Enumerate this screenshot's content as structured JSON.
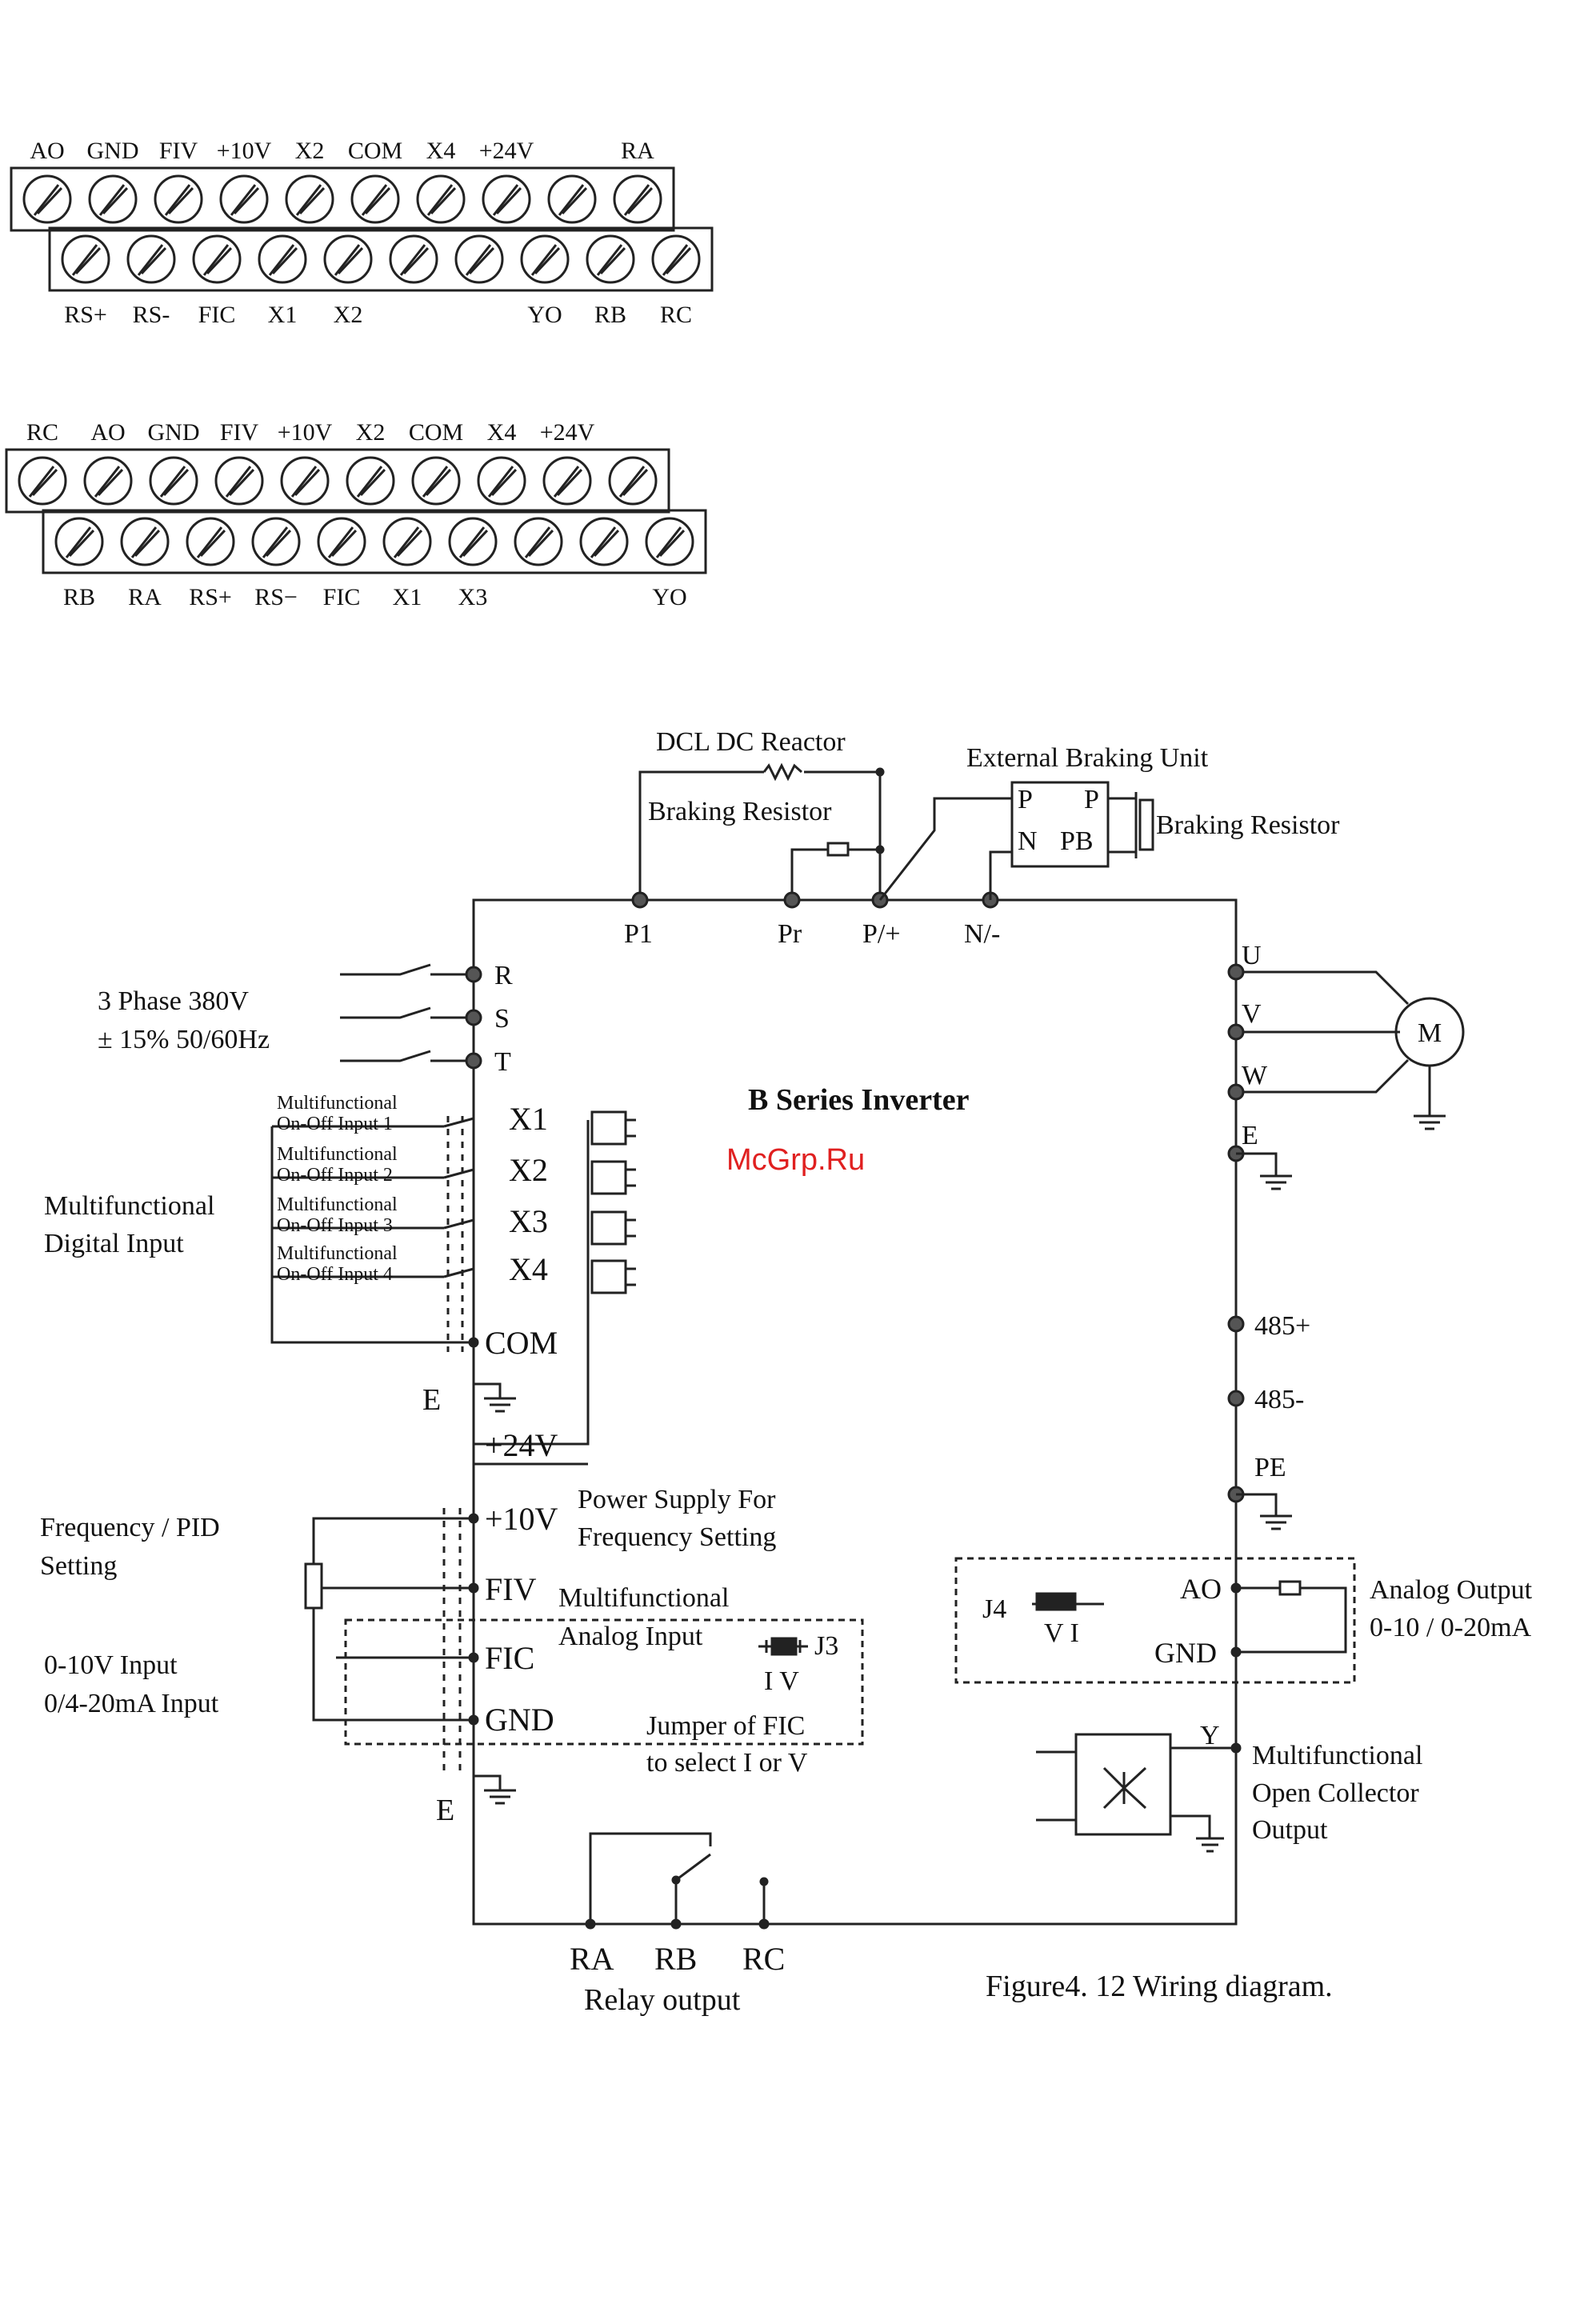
{
  "terminal_block_1": {
    "top_labels": [
      "AO",
      "GND",
      "FIV",
      "+10V",
      "X2",
      "COM",
      "X4",
      "+24V",
      "",
      "RA"
    ],
    "bottom_labels": [
      "RS+",
      "RS-",
      "FIC",
      "X1",
      "X2",
      "",
      "",
      "YO",
      "RB",
      "RC"
    ]
  },
  "terminal_block_2": {
    "top_labels": [
      "RC",
      "AO",
      "GND",
      "FIV",
      "+10V",
      "X2",
      "COM",
      "X4",
      "+24V",
      ""
    ],
    "bottom_labels": [
      "RB",
      "RA",
      "RS+",
      "RS−",
      "FIC",
      "X1",
      "X3",
      "",
      "",
      "YO"
    ]
  },
  "diagram": {
    "dc_reactor": "DCL DC Reactor",
    "braking_resistor_top": "Braking Resistor",
    "external_braking_unit": "External Braking Unit",
    "braking_resistor_right": "Braking Resistor",
    "unit_p_left": "P",
    "unit_p_right": "P",
    "unit_n": "N",
    "unit_pb": "PB",
    "bus_p1": "P1",
    "bus_pr": "Pr",
    "bus_p_plus": "P/+",
    "bus_n_minus": "N/-",
    "supply_line1": "3 Phase 380V",
    "supply_line2": "± 15% 50/60Hz",
    "r": "R",
    "s": "S",
    "t": "T",
    "inverter_title": "B Series Inverter",
    "watermark": "McGrp.Ru",
    "u": "U",
    "v": "V",
    "w": "W",
    "e_right": "E",
    "motor": "M",
    "mf_on_off": [
      [
        "Multifunctional",
        "On-Off Input 1"
      ],
      [
        "Multifunctional",
        "On-Off Input 2"
      ],
      [
        "Multifunctional",
        "On-Off Input 3"
      ],
      [
        "Multifunctional",
        "On-Off Input 4"
      ]
    ],
    "x_inputs": [
      "X1",
      "X2",
      "X3",
      "X4"
    ],
    "digital_input_line1": "Multifunctional",
    "digital_input_line2": "Digital Input",
    "com": "COM",
    "e_left1": "E",
    "plus24": "+24V",
    "rs485_plus": "485+",
    "rs485_minus": "485-",
    "pe": "PE",
    "freq_setting_line1": "Frequency / PID",
    "freq_setting_line2": "Setting",
    "plus10": "+10V",
    "power_supply_line1": "Power Supply For",
    "power_supply_line2": "Frequency Setting",
    "fiv": "FIV",
    "analog_input_line1": "Multifunctional",
    "analog_input_line2": "Analog Input",
    "j3": "J3",
    "j3_iv": "I V",
    "fic": "FIC",
    "gnd_left": "GND",
    "jumper_line1": "Jumper of FIC",
    "jumper_line2": "to select I or V",
    "input_line1": "0-10V Input",
    "input_line2": "0/4-20mA Input",
    "e_left2": "E",
    "j4": "J4",
    "j4_vi": "V  I",
    "ao": "AO",
    "gnd_right": "GND",
    "analog_output_line1": "Analog Output",
    "analog_output_line2": "0-10 / 0-20mA",
    "y": "Y",
    "open_collector_line1": "Multifunctional",
    "open_collector_line2": "Open Collector",
    "open_collector_line3": "Output",
    "ra": "RA",
    "rb": "RB",
    "rc": "RC",
    "relay_output": "Relay output",
    "caption": "Figure4. 12 Wiring diagram."
  }
}
